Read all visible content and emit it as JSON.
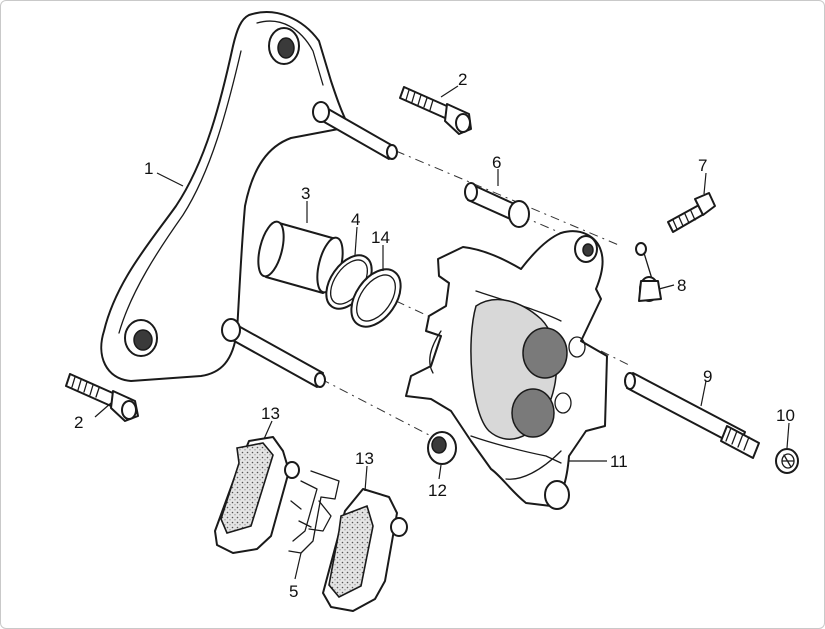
{
  "callouts": {
    "c1": "1",
    "c2a": "2",
    "c2b": "2",
    "c3": "3",
    "c4": "4",
    "c14": "14",
    "c6": "6",
    "c7": "7",
    "c8": "8",
    "c9": "9",
    "c10": "10",
    "c11": "11",
    "c12": "12",
    "c13a": "13",
    "c13b": "13",
    "c5": "5"
  }
}
